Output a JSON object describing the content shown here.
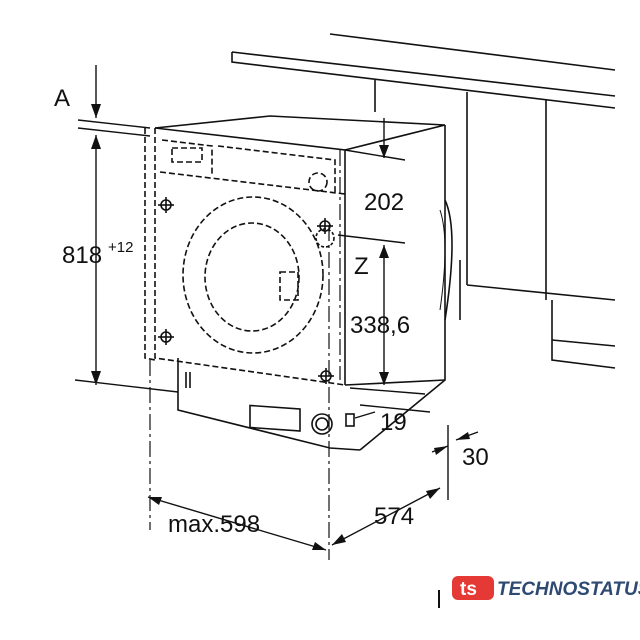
{
  "labels": {
    "a": "A",
    "height": "818",
    "height_tolerance": "+12",
    "top_offset": "202",
    "z": "Z",
    "z_height": "338,6",
    "plinth": "19",
    "gap": "30",
    "depth": "574",
    "width": "max.598"
  },
  "logo": {
    "mark": "ts",
    "name": "TECHNOSTATUS",
    "color": "#e53935",
    "text_color": "#2f4a72"
  }
}
